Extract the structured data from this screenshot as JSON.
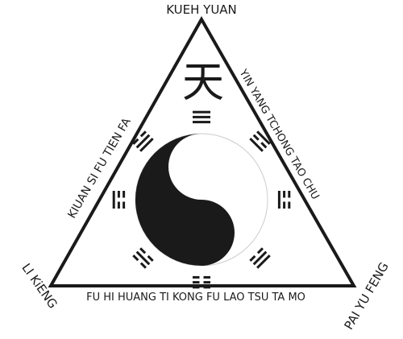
{
  "vertices": {
    "top": "KUEH YUAN",
    "left": "LI KiENG",
    "right": "PAI YU FENG"
  },
  "sides": {
    "left": "KIUAN SI FU TIEN FA",
    "right": "YIN YANG TCHONG TAO CHU",
    "bottom": "FU HI HUANG TI KONG FU LAO TSU TA MO"
  },
  "center_glyph": "天",
  "symbols": {
    "center": "yin-yang",
    "surrounding": "eight-trigrams"
  },
  "colors": {
    "ink": "#1a1a1a",
    "paper": "#ffffff",
    "ring": "#cccccc"
  }
}
